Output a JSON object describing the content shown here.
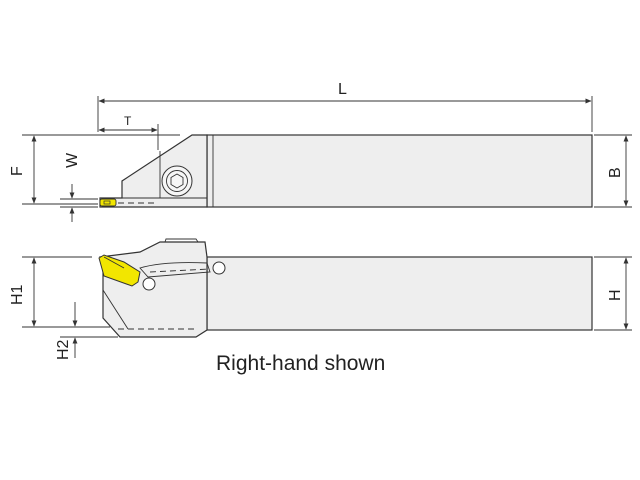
{
  "diagram": {
    "caption": "Right-hand shown",
    "dimensions": {
      "L": "L",
      "T": "T",
      "F": "F",
      "W": "W",
      "B": "B",
      "H1": "H1",
      "H": "H",
      "H2": "H2"
    },
    "colors": {
      "insert": "#f2e600",
      "body": "#eeeeee",
      "line": "#333333"
    }
  }
}
